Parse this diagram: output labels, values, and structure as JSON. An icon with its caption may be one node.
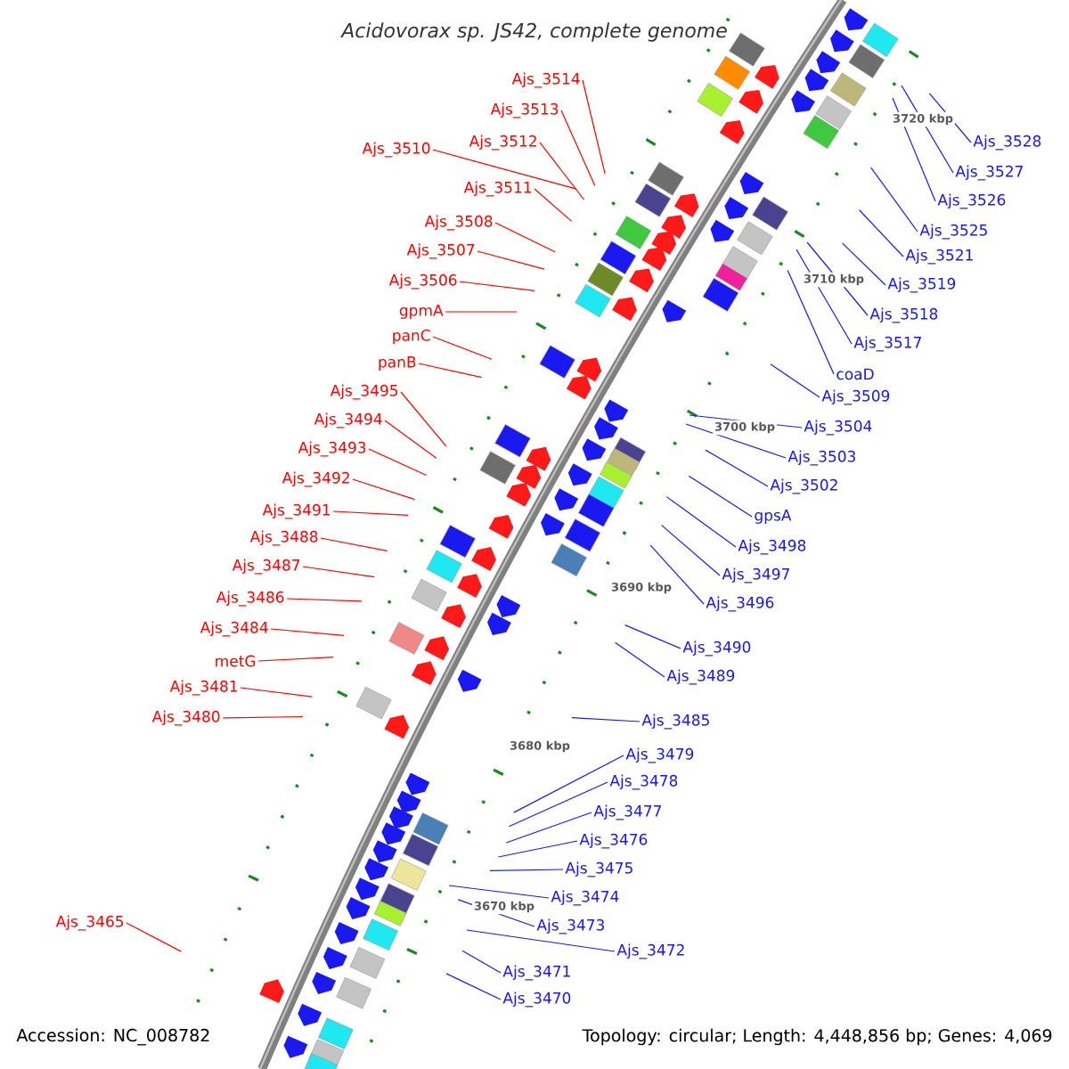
{
  "diagram": {
    "title": "Acidovorax sp. JS42, complete genome",
    "nodes": [
      {
        "text": [
          "Ajs_3514"
        ]
      },
      {
        "text": [
          "Ajs_3513"
        ]
      },
      {
        "text": [
          "Ajs_3512"
        ]
      },
      {
        "text": [
          "Ajs_3510"
        ]
      },
      {
        "text": [
          "Ajs_3511"
        ]
      },
      {
        "text": [
          "Ajs_3508"
        ]
      },
      {
        "text": [
          "Ajs_3507"
        ]
      },
      {
        "text": [
          "Ajs_3506"
        ]
      },
      {
        "text": [
          "gpmA"
        ]
      },
      {
        "text": [
          "panC"
        ]
      },
      {
        "text": [
          "panB"
        ]
      },
      {
        "text": [
          "Ajs_3495"
        ]
      },
      {
        "text": [
          "Ajs_3494"
        ]
      },
      {
        "text": [
          "Ajs_3493"
        ]
      },
      {
        "text": [
          "Ajs_3492"
        ]
      },
      {
        "text": [
          "Ajs_3491"
        ]
      },
      {
        "text": [
          "Ajs_3488"
        ]
      },
      {
        "text": [
          "Ajs_3487"
        ]
      },
      {
        "text": [
          "Ajs_3486"
        ]
      },
      {
        "text": [
          "Ajs_3484"
        ]
      },
      {
        "text": [
          "metG"
        ]
      },
      {
        "text": [
          "Ajs_3481"
        ]
      },
      {
        "text": [
          "Ajs_3480"
        ]
      },
      {
        "text": [
          "Ajs_3465"
        ]
      },
      {
        "text": [
          "Ajs_3528"
        ]
      },
      {
        "text": [
          "Ajs_3527"
        ]
      },
      {
        "text": [
          "Ajs_3526"
        ]
      },
      {
        "text": [
          "Ajs_3525"
        ]
      },
      {
        "text": [
          "Ajs_3521"
        ]
      },
      {
        "text": [
          "Ajs_3519"
        ]
      },
      {
        "text": [
          "Ajs_3518"
        ]
      },
      {
        "text": [
          "Ajs_3517"
        ]
      },
      {
        "text": [
          "coaD"
        ]
      },
      {
        "text": [
          "Ajs_3509"
        ]
      },
      {
        "text": [
          "Ajs_3504"
        ]
      },
      {
        "text": [
          "Ajs_3503"
        ]
      },
      {
        "text": [
          "Ajs_3502"
        ]
      },
      {
        "text": [
          "gpsA"
        ]
      },
      {
        "text": [
          "Ajs_3498"
        ]
      },
      {
        "text": [
          "Ajs_3497"
        ]
      },
      {
        "text": [
          "Ajs_3496"
        ]
      },
      {
        "text": [
          "Ajs_3490"
        ]
      },
      {
        "text": [
          "Ajs_3489"
        ]
      },
      {
        "text": [
          "Ajs_3485"
        ]
      },
      {
        "text": [
          "Ajs_3479"
        ]
      },
      {
        "text": [
          "Ajs_3478"
        ]
      },
      {
        "text": [
          "Ajs_3477"
        ]
      },
      {
        "text": [
          "Ajs_3476"
        ]
      },
      {
        "text": [
          "Ajs_3475"
        ]
      },
      {
        "text": [
          "Ajs_3474"
        ]
      },
      {
        "text": [
          "Ajs_3473"
        ]
      },
      {
        "text": [
          "Ajs_3471"
        ]
      },
      {
        "text": [
          "Ajs_3472"
        ]
      },
      {
        "text": [
          "Ajs_3470"
        ]
      }
    ],
    "edges": [
      {
        "from": 0,
        "to": null,
        "arrow": "none",
        "color": "#ff0000"
      },
      {
        "from": 1,
        "to": null,
        "arrow": "none",
        "color": "#ff0000"
      },
      {
        "from": 2,
        "to": null,
        "arrow": "none",
        "color": "#ff0000"
      },
      {
        "from": 3,
        "to": null,
        "arrow": "none",
        "color": "#ff0000"
      },
      {
        "from": 4,
        "to": null,
        "arrow": "none",
        "color": "#ff0000"
      },
      {
        "from": 5,
        "to": null,
        "arrow": "none",
        "color": "#ff0000"
      },
      {
        "from": 6,
        "to": null,
        "arrow": "none",
        "color": "#ff0000"
      },
      {
        "from": 7,
        "to": null,
        "arrow": "none",
        "color": "#ff0000"
      },
      {
        "from": 8,
        "to": null,
        "arrow": "none",
        "color": "#ff0000"
      },
      {
        "from": 9,
        "to": null,
        "arrow": "none",
        "color": "#ff0000"
      },
      {
        "from": 10,
        "to": null,
        "arrow": "none",
        "color": "#ff0000"
      },
      {
        "from": 11,
        "to": null,
        "arrow": "none",
        "color": "#ff0000"
      },
      {
        "from": 12,
        "to": null,
        "arrow": "none",
        "color": "#ff0000"
      },
      {
        "from": 13,
        "to": null,
        "arrow": "none",
        "color": "#ff0000"
      },
      {
        "from": 14,
        "to": null,
        "arrow": "none",
        "color": "#ff0000"
      },
      {
        "from": 15,
        "to": null,
        "arrow": "none",
        "color": "#ff0000"
      },
      {
        "from": 16,
        "to": null,
        "arrow": "none",
        "color": "#ff0000"
      },
      {
        "from": 17,
        "to": null,
        "arrow": "none",
        "color": "#ff0000"
      },
      {
        "from": 18,
        "to": null,
        "arrow": "none",
        "color": "#ff0000"
      },
      {
        "from": 19,
        "to": null,
        "arrow": "none",
        "color": "#ff0000"
      },
      {
        "from": 20,
        "to": null,
        "arrow": "none",
        "color": "#ff0000"
      },
      {
        "from": 21,
        "to": null,
        "arrow": "none",
        "color": "#ff0000"
      },
      {
        "from": 22,
        "to": null,
        "arrow": "none",
        "color": "#ff0000"
      },
      {
        "from": 23,
        "to": null,
        "arrow": "none",
        "color": "#ff0000"
      },
      {
        "from": 24,
        "to": null,
        "arrow": "none"
      },
      {
        "from": 25,
        "to": null,
        "arrow": "none"
      },
      {
        "from": 26,
        "to": null,
        "arrow": "none"
      },
      {
        "from": 27,
        "to": null,
        "arrow": "none"
      },
      {
        "from": 28,
        "to": null,
        "arrow": "none"
      },
      {
        "from": 29,
        "to": null,
        "arrow": "none"
      },
      {
        "from": 30,
        "to": null,
        "arrow": "none"
      },
      {
        "from": 31,
        "to": null,
        "arrow": "none"
      },
      {
        "from": 32,
        "to": null,
        "arrow": "none"
      },
      {
        "from": 33,
        "to": null,
        "arrow": "none"
      },
      {
        "from": 34,
        "to": null,
        "arrow": "none"
      },
      {
        "from": 35,
        "to": null,
        "arrow": "none"
      },
      {
        "from": 36,
        "to": null,
        "arrow": "none"
      },
      {
        "from": 37,
        "to": null,
        "arrow": "none"
      },
      {
        "from": 38,
        "to": null,
        "arrow": "none"
      },
      {
        "from": 39,
        "to": null,
        "arrow": "none"
      },
      {
        "from": 40,
        "to": null,
        "arrow": "none"
      },
      {
        "from": 41,
        "to": null,
        "arrow": "none"
      },
      {
        "from": 42,
        "to": null,
        "arrow": "none"
      },
      {
        "from": 43,
        "to": null,
        "arrow": "none"
      },
      {
        "from": 44,
        "to": null,
        "arrow": "none"
      },
      {
        "from": 45,
        "to": null,
        "arrow": "none"
      },
      {
        "from": 46,
        "to": null,
        "arrow": "none"
      },
      {
        "from": 47,
        "to": null,
        "arrow": "none"
      },
      {
        "from": 48,
        "to": null,
        "arrow": "none"
      },
      {
        "from": 49,
        "to": null,
        "arrow": "none"
      },
      {
        "from": 50,
        "to": null,
        "arrow": "none"
      },
      {
        "from": 51,
        "to": null,
        "arrow": "none"
      },
      {
        "from": 52,
        "to": null,
        "arrow": "none"
      },
      {
        "from": 53,
        "to": null,
        "arrow": "none"
      }
    ],
    "labels": [
      "3720 kbp",
      "3710 kbp",
      "3700 kbp",
      "3690 kbp",
      "3680 kbp",
      "3670 kbp",
      "Accession: NC_008782",
      "Topology: circular; Length: 4,448,856 bp; Genes: 4,069"
    ]
  }
}
